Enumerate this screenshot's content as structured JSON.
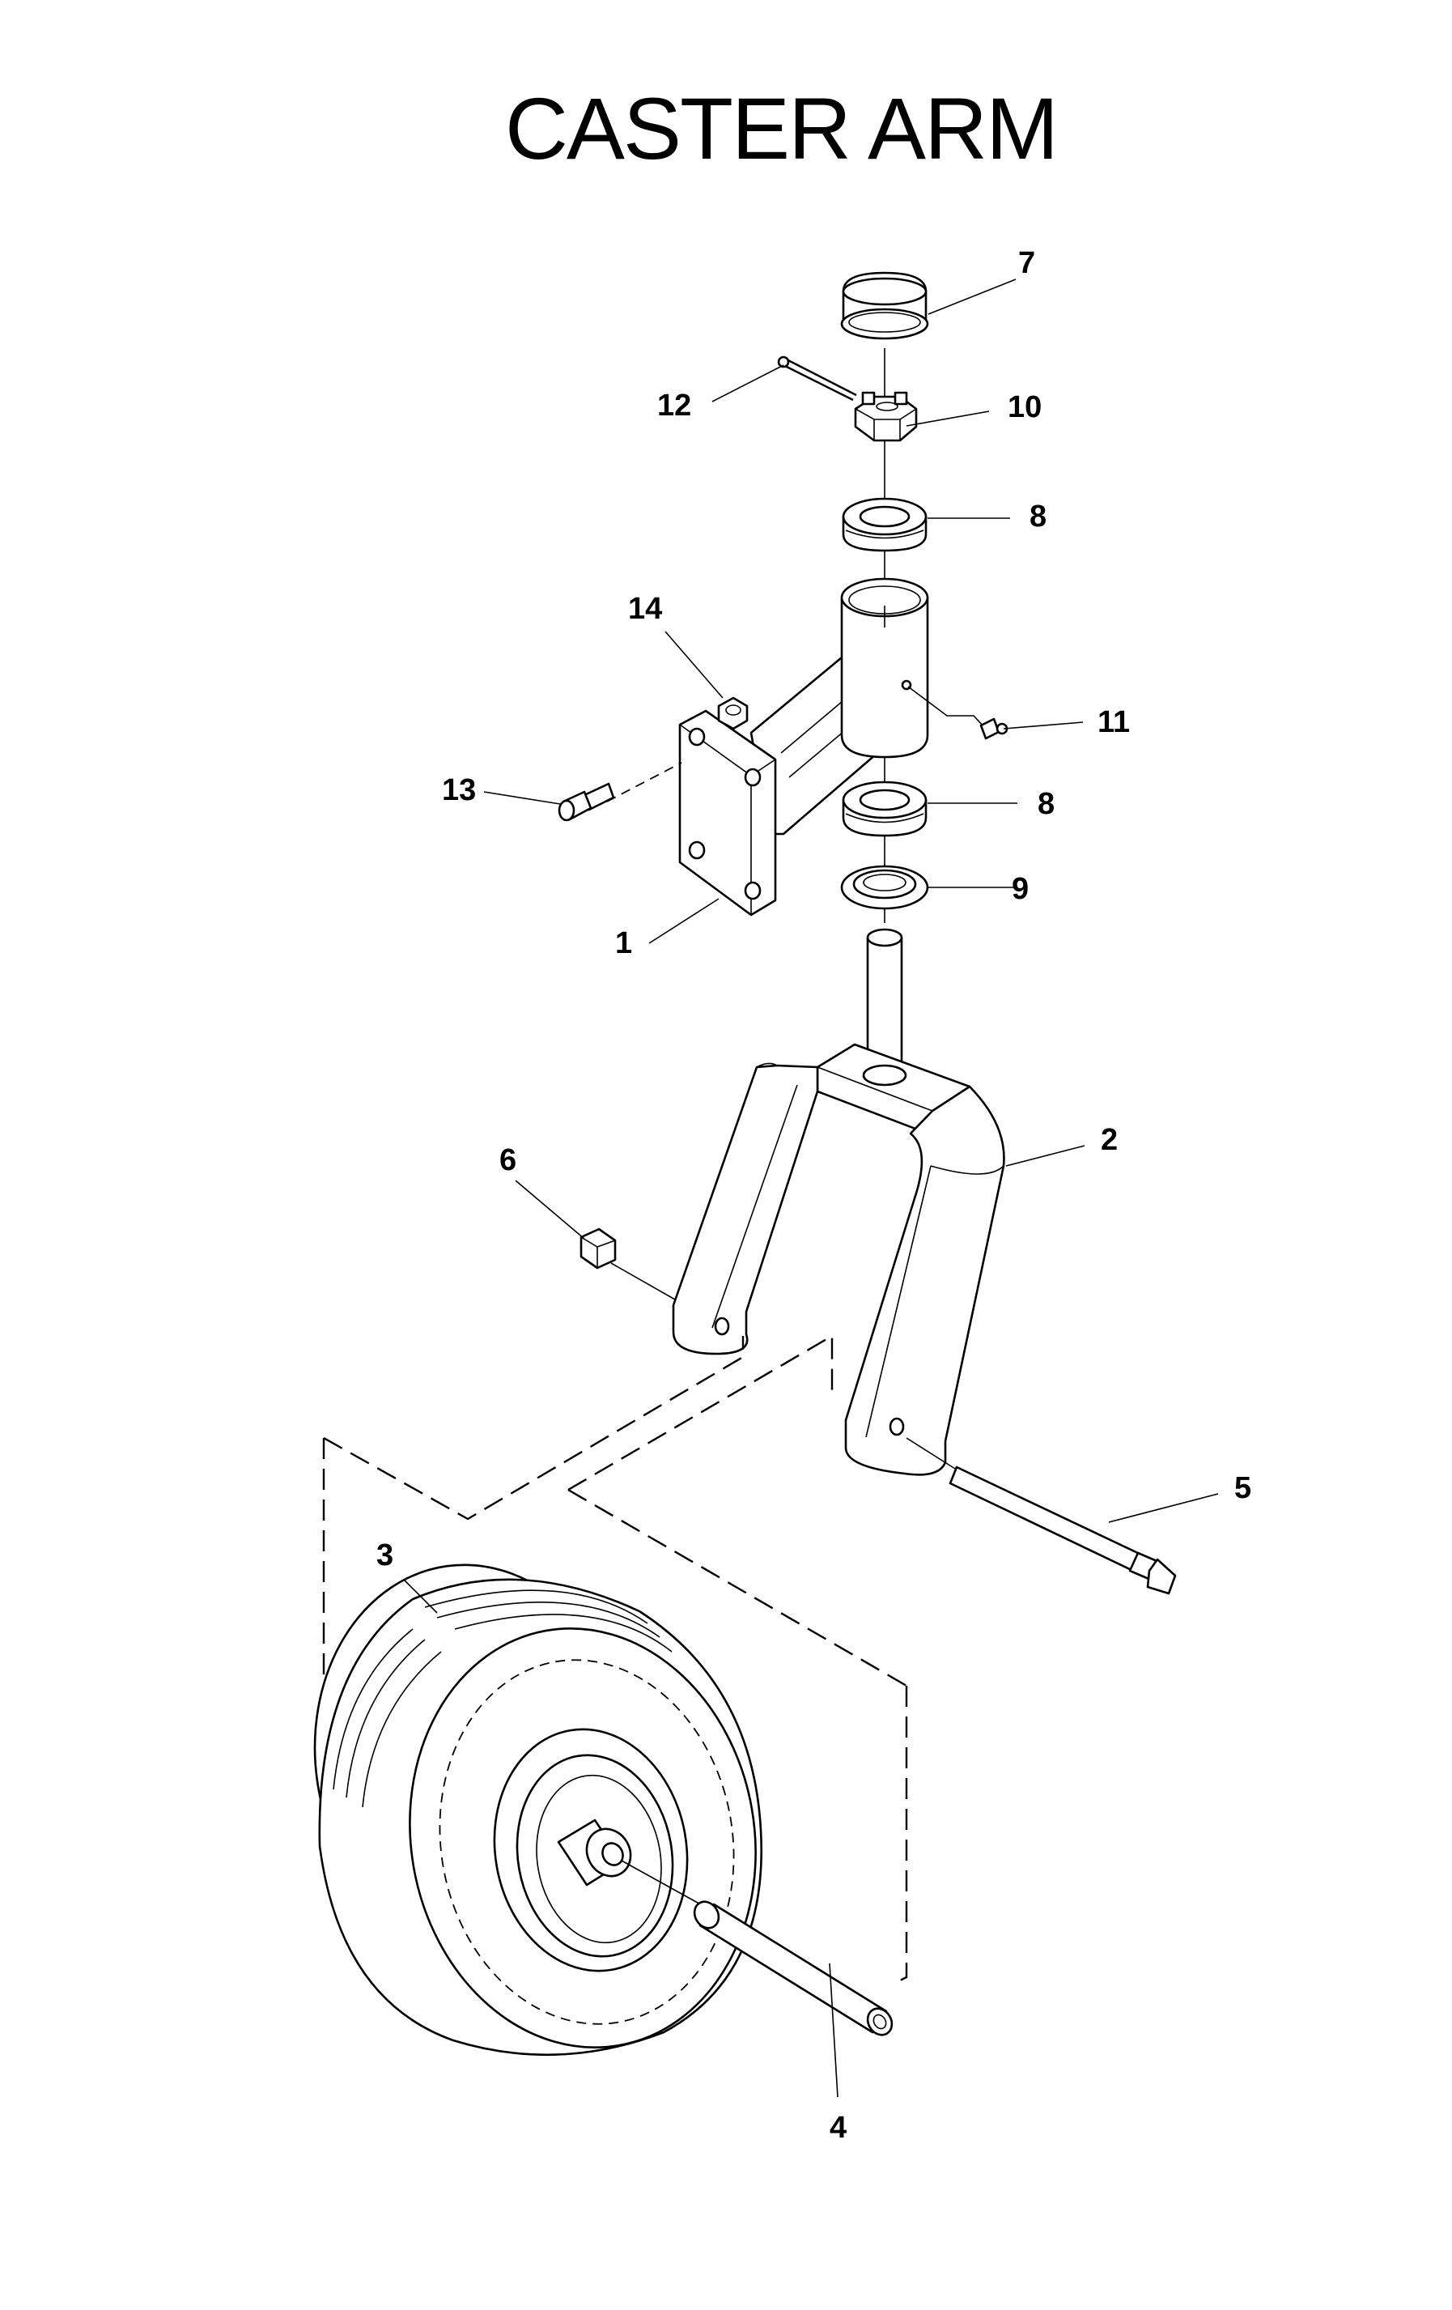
{
  "title": "CASTER ARM",
  "callouts": {
    "c1": "1",
    "c2": "2",
    "c3": "3",
    "c4": "4",
    "c5": "5",
    "c6": "6",
    "c7": "7",
    "c8a": "8",
    "c8b": "8",
    "c9": "9",
    "c10": "10",
    "c11": "11",
    "c12": "12",
    "c13": "13",
    "c14": "14"
  }
}
